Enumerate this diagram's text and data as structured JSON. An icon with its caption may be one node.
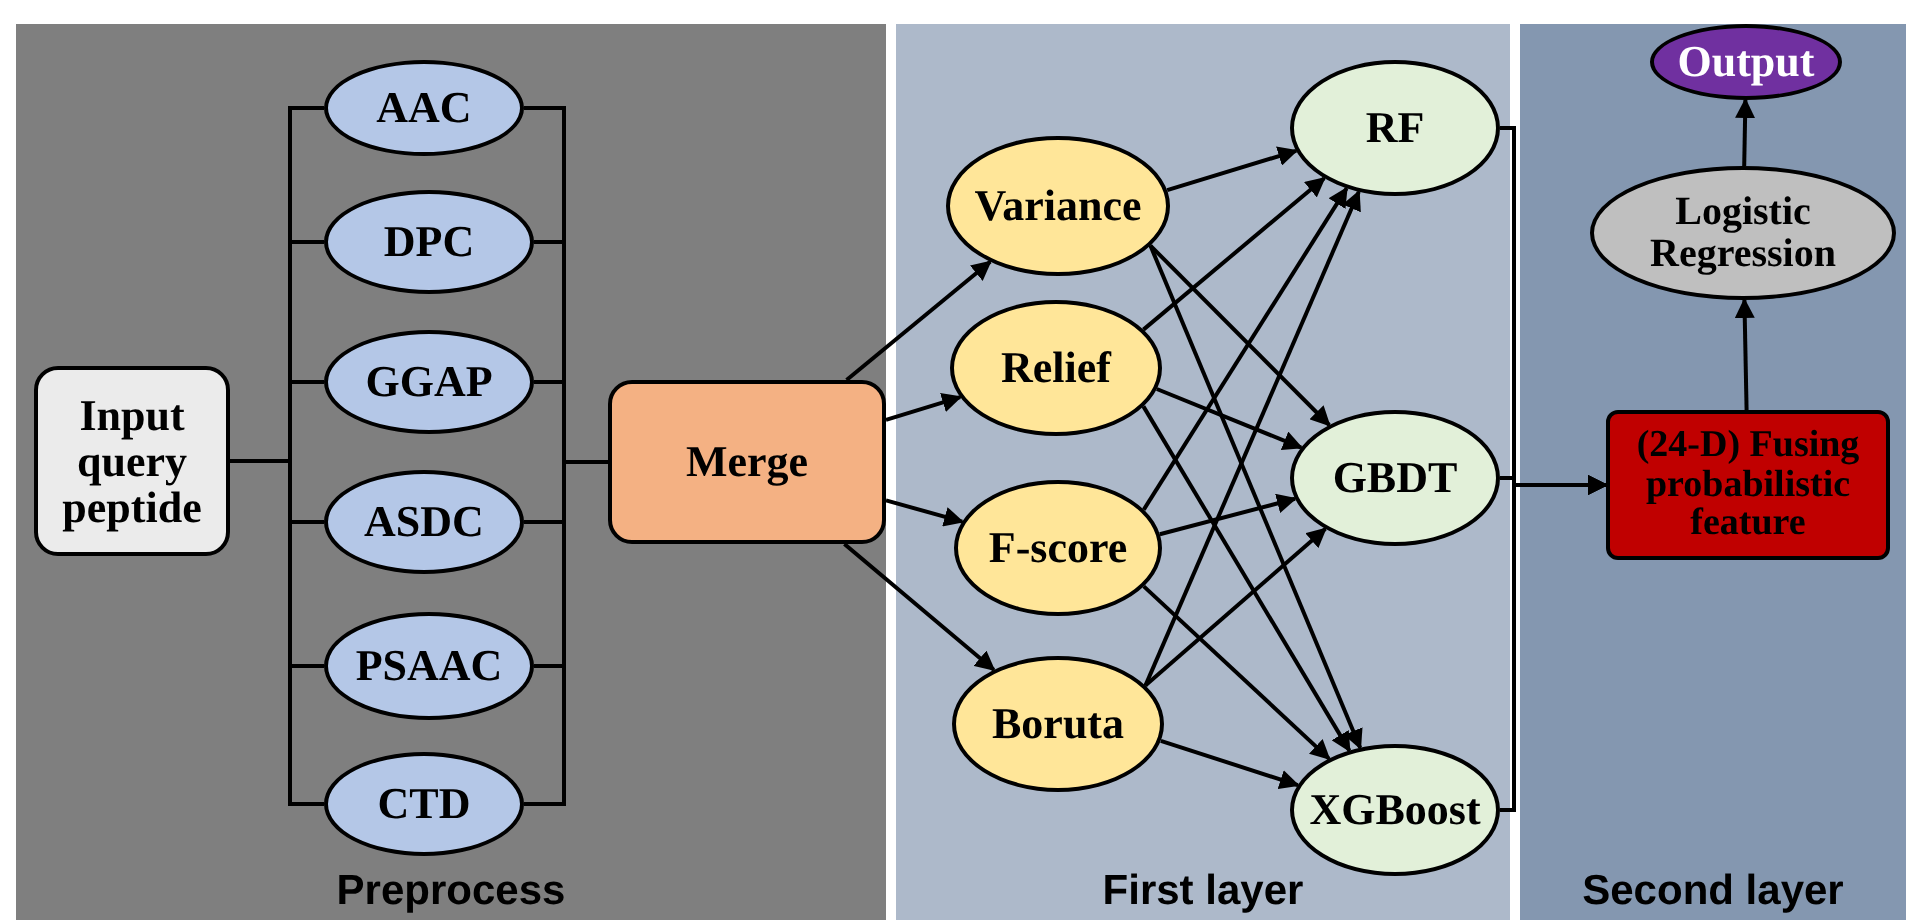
{
  "diagram": {
    "nodes": [
      {
        "text": [
          "Preprocess"
        ]
      },
      {
        "text": [
          "Input query peptide"
        ],
        "in": 0
      },
      {
        "text": [
          "AAC"
        ],
        "in": 0
      },
      {
        "text": [
          "DPC"
        ],
        "in": 0
      },
      {
        "text": [
          "GGAP"
        ],
        "in": 0
      },
      {
        "text": [
          "ASDC"
        ],
        "in": 0
      },
      {
        "text": [
          "PSAAC"
        ],
        "in": 0
      },
      {
        "text": [
          "CTD"
        ],
        "in": 0
      },
      {
        "text": [
          "Merge"
        ],
        "in": 0
      },
      {
        "text": [
          "First layer"
        ]
      },
      {
        "text": [
          "Variance"
        ],
        "in": 9
      },
      {
        "text": [
          "Relief"
        ],
        "in": 9
      },
      {
        "text": [
          "F-score"
        ],
        "in": 9
      },
      {
        "text": [
          "Boruta"
        ],
        "in": 9
      },
      {
        "text": [
          "RF"
        ],
        "in": 9
      },
      {
        "text": [
          "GBDT"
        ],
        "in": 9
      },
      {
        "text": [
          "XGBoost"
        ],
        "in": 9
      },
      {
        "text": [
          "Second layer"
        ]
      },
      {
        "text": [
          "(24-D) Fusing probabilistic feature"
        ],
        "in": 17
      },
      {
        "text": [
          "Logistic Regression"
        ],
        "in": 17
      },
      {
        "text": [
          "Output"
        ],
        "in": 17
      }
    ],
    "edges": [
      {
        "from": 1,
        "to": 2,
        "arrow": "none"
      },
      {
        "from": 1,
        "to": 3,
        "arrow": "none"
      },
      {
        "from": 1,
        "to": 4,
        "arrow": "none"
      },
      {
        "from": 1,
        "to": 5,
        "arrow": "none"
      },
      {
        "from": 1,
        "to": 6,
        "arrow": "none"
      },
      {
        "from": 1,
        "to": 7,
        "arrow": "none"
      },
      {
        "from": 2,
        "to": 8,
        "arrow": "none"
      },
      {
        "from": 3,
        "to": 8,
        "arrow": "none"
      },
      {
        "from": 4,
        "to": 8,
        "arrow": "none"
      },
      {
        "from": 5,
        "to": 8,
        "arrow": "none"
      },
      {
        "from": 6,
        "to": 8,
        "arrow": "none"
      },
      {
        "from": 7,
        "to": 8,
        "arrow": "none"
      },
      {
        "from": 8,
        "to": 10,
        "arrow": "to"
      },
      {
        "from": 8,
        "to": 11,
        "arrow": "to"
      },
      {
        "from": 8,
        "to": 12,
        "arrow": "to"
      },
      {
        "from": 8,
        "to": 13,
        "arrow": "to"
      },
      {
        "from": 10,
        "to": 14,
        "arrow": "to"
      },
      {
        "from": 10,
        "to": 15,
        "arrow": "to"
      },
      {
        "from": 10,
        "to": 16,
        "arrow": "to"
      },
      {
        "from": 11,
        "to": 14,
        "arrow": "to"
      },
      {
        "from": 11,
        "to": 15,
        "arrow": "to"
      },
      {
        "from": 11,
        "to": 16,
        "arrow": "to"
      },
      {
        "from": 12,
        "to": 14,
        "arrow": "to"
      },
      {
        "from": 12,
        "to": 15,
        "arrow": "to"
      },
      {
        "from": 12,
        "to": 16,
        "arrow": "to"
      },
      {
        "from": 13,
        "to": 14,
        "arrow": "to"
      },
      {
        "from": 13,
        "to": 15,
        "arrow": "to"
      },
      {
        "from": 13,
        "to": 16,
        "arrow": "to"
      },
      {
        "from": 14,
        "to": 18,
        "arrow": "to"
      },
      {
        "from": 15,
        "to": 18,
        "arrow": "to"
      },
      {
        "from": 16,
        "to": 18,
        "arrow": "to"
      },
      {
        "from": 18,
        "to": 19,
        "arrow": "to"
      },
      {
        "from": 19,
        "to": 20,
        "arrow": "to"
      }
    ]
  }
}
